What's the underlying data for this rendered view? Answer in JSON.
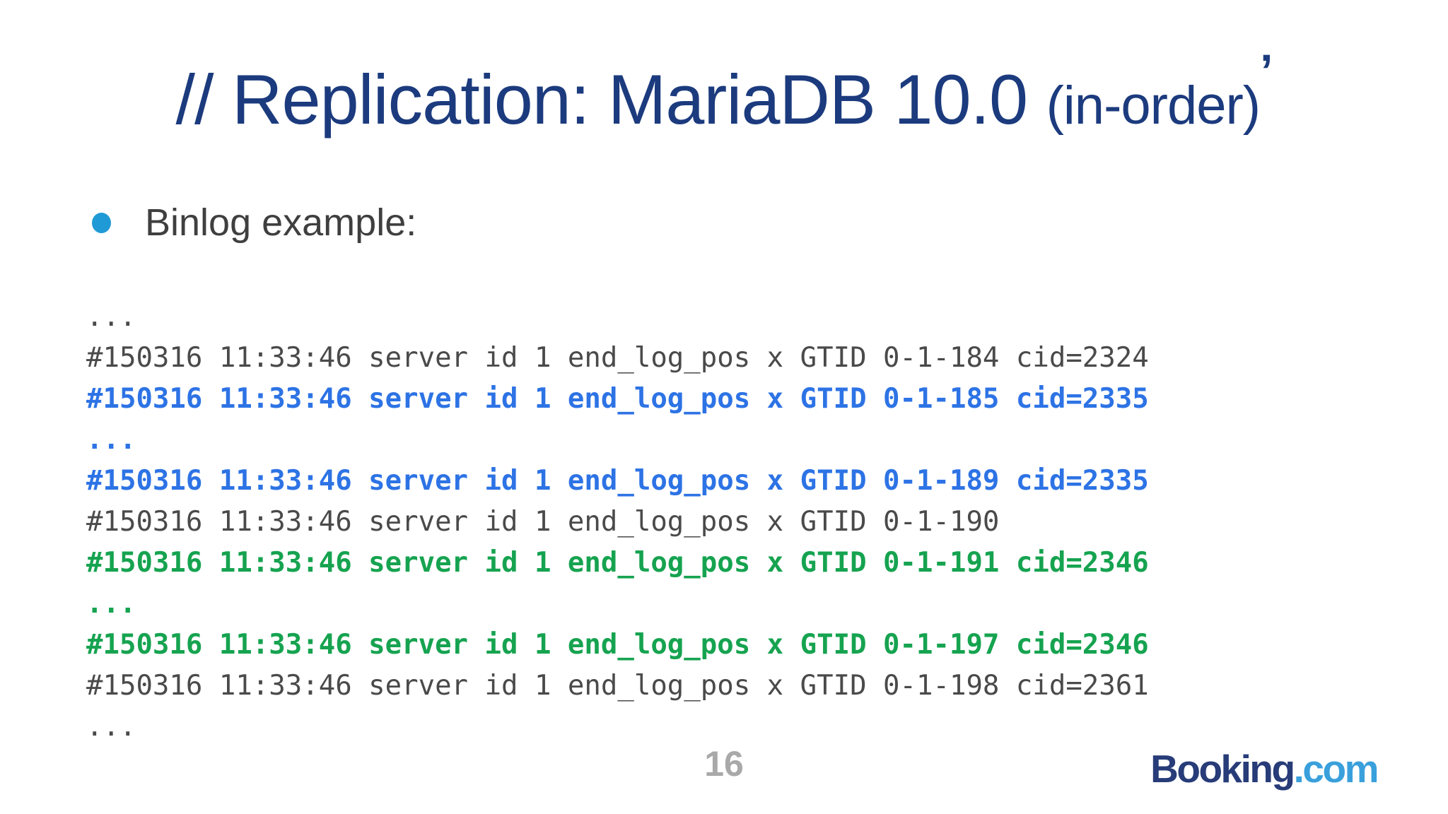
{
  "title": {
    "main": "// Replication: MariaDB 10.0 ",
    "suffix": "(in-order)",
    "tick": "’"
  },
  "bullet": {
    "label": "Binlog example:"
  },
  "code": {
    "lines": [
      {
        "text": "...",
        "style": "normal"
      },
      {
        "text": "#150316 11:33:46 server id 1 end_log_pos x GTID 0-1-184 cid=2324",
        "style": "normal"
      },
      {
        "text": "#150316 11:33:46 server id 1 end_log_pos x GTID 0-1-185 cid=2335",
        "style": "blue"
      },
      {
        "text": "...",
        "style": "blue"
      },
      {
        "text": "#150316 11:33:46 server id 1 end_log_pos x GTID 0-1-189 cid=2335",
        "style": "blue"
      },
      {
        "text": "#150316 11:33:46 server id 1 end_log_pos x GTID 0-1-190",
        "style": "normal"
      },
      {
        "text": "#150316 11:33:46 server id 1 end_log_pos x GTID 0-1-191 cid=2346",
        "style": "green"
      },
      {
        "text": "...",
        "style": "green"
      },
      {
        "text": "#150316 11:33:46 server id 1 end_log_pos x GTID 0-1-197 cid=2346",
        "style": "green"
      },
      {
        "text": "#150316 11:33:46 server id 1 end_log_pos x GTID 0-1-198 cid=2361",
        "style": "normal"
      },
      {
        "text": "...",
        "style": "normal"
      }
    ]
  },
  "footer": {
    "page_number": "16",
    "logo_primary": "Booking",
    "logo_secondary": ".com"
  },
  "colors": {
    "title": "#1c3b7e",
    "bullet_dot": "#1f9ad6",
    "body_text": "#3f3f3f",
    "code_normal": "#4a4a4a",
    "code_blue": "#2d73e5",
    "code_green": "#16a350",
    "page_number": "#a9a9a9",
    "logo_primary": "#273c78",
    "logo_secondary": "#3aa0dc"
  }
}
